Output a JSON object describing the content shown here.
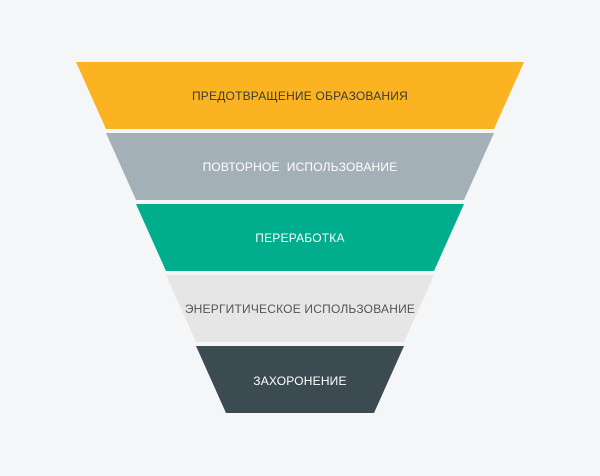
{
  "diagram": {
    "tiers": [
      {
        "label": "ПРЕДОТВРАЩЕНИЕ ОБРАЗОВАНИЯ",
        "fill": "#fbb321",
        "text_color": "#3a3a3a"
      },
      {
        "label": "ПОВТОРНОЕ  ИСПОЛЬЗОВАНИЕ",
        "fill": "#a3b0b8",
        "text_color": "#ffffff"
      },
      {
        "label": "ПЕРЕРАБОТКА",
        "fill": "#00ae8e",
        "text_color": "#ffffff"
      },
      {
        "label": "ЭНЕРГИТИЧЕСКОЕ ИСПОЛЬЗОВАНИЕ",
        "fill": "#e6e6e6",
        "text_color": "#555555"
      },
      {
        "label": "ЗАХОРОНЕНИЕ",
        "fill": "#3c4a52",
        "text_color": "#ffffff"
      }
    ]
  }
}
